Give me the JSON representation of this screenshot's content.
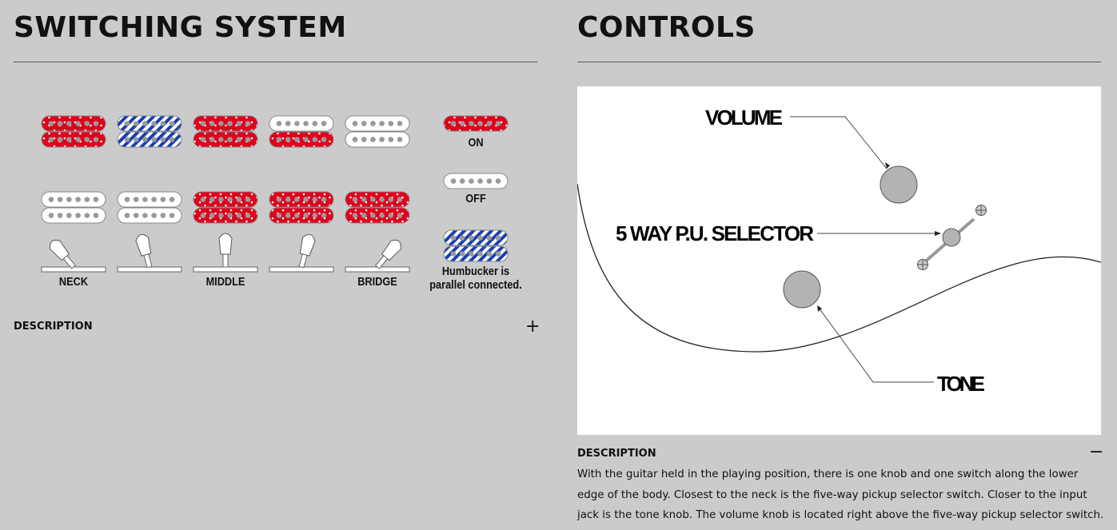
{
  "left": {
    "title": "SWITCHING SYSTEM",
    "description_label": "DESCRIPTION",
    "toggle": "+",
    "positions": [
      {
        "label": "NECK",
        "top": [
          "on",
          "on"
        ],
        "bottom": [
          "off",
          "off"
        ],
        "angle": -40
      },
      {
        "label": "",
        "top": [
          "parallel",
          "parallel"
        ],
        "bottom": [
          "off",
          "off"
        ],
        "angle": -15
      },
      {
        "label": "MIDDLE",
        "top": [
          "on",
          "on"
        ],
        "bottom": [
          "on",
          "on"
        ],
        "angle": 0
      },
      {
        "label": "",
        "top": [
          "off",
          "on"
        ],
        "bottom": [
          "on",
          "on"
        ],
        "angle": 15
      },
      {
        "label": "BRIDGE",
        "top": [
          "off",
          "off"
        ],
        "bottom": [
          "on",
          "on"
        ],
        "angle": 40
      }
    ],
    "legend": {
      "on": "ON",
      "off": "OFF",
      "parallel_line1": "Humbucker is",
      "parallel_line2": "parallel connected."
    }
  },
  "right": {
    "title": "CONTROLS",
    "description_label": "DESCRIPTION",
    "toggle": "−",
    "diagram": {
      "volume": "VOLUME",
      "selector": "5 WAY P.U. SELECTOR",
      "tone": "TONE"
    },
    "description": "With the guitar held in the playing position, there is one knob and one switch along the lower edge of the body. Closest to the neck is the five-way pickup selector switch. Closer to the input jack is the tone knob. The volume knob is located right above the five-way pickup selector switch."
  },
  "colors": {
    "on": "#e0001b",
    "parallel": "#1a3fb0",
    "off": "#ffffff"
  }
}
